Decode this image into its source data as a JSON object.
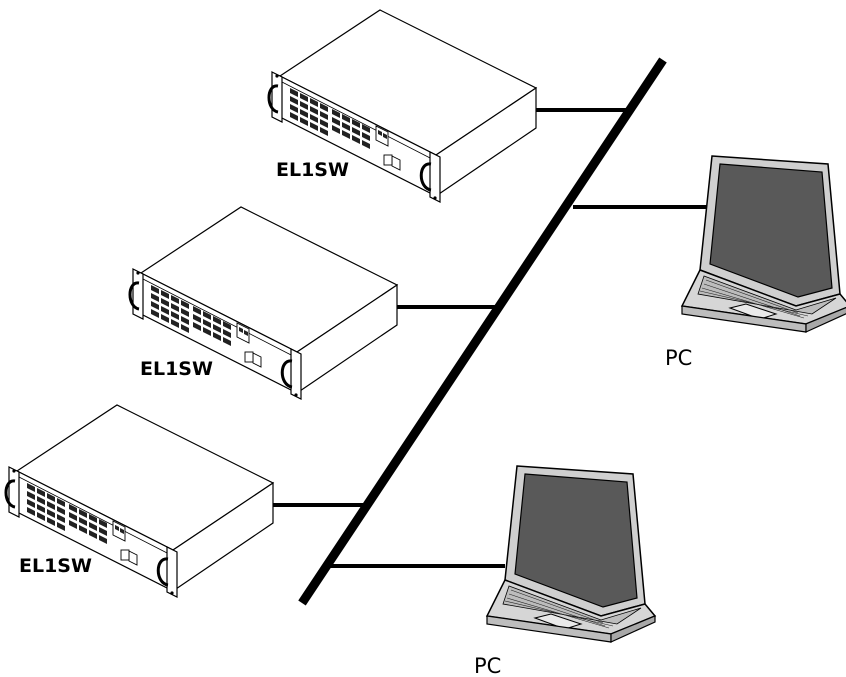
{
  "switches": [
    {
      "label": "EL1SW"
    },
    {
      "label": "EL1SW"
    },
    {
      "label": "EL1SW"
    }
  ],
  "pcs": [
    {
      "label": "PC"
    },
    {
      "label": "PC"
    }
  ],
  "colors": {
    "line": "#000000",
    "screen": "#5a5a5a",
    "laptop_body": "#d8d8d8",
    "device_face": "#ffffff"
  }
}
